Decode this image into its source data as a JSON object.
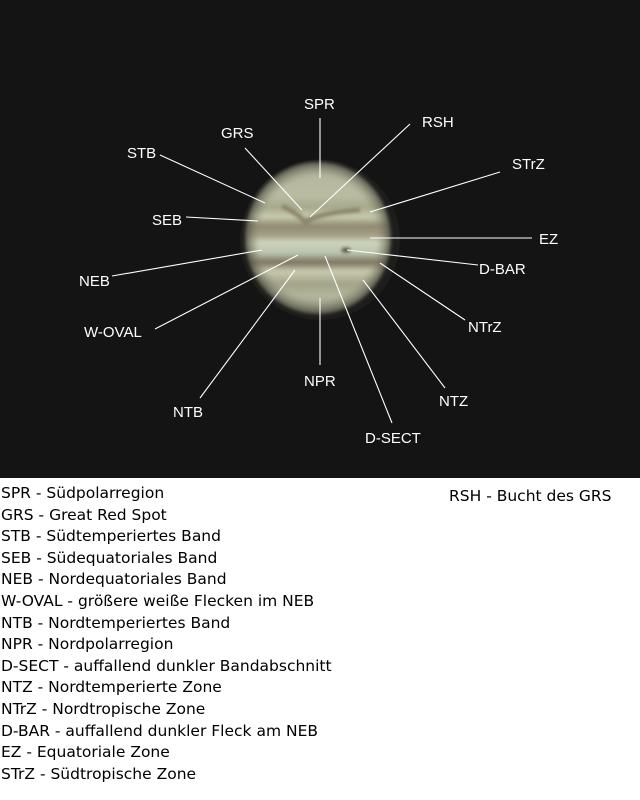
{
  "image": {
    "labels": [
      {
        "id": "spr",
        "text": "SPR"
      },
      {
        "id": "grs",
        "text": "GRS"
      },
      {
        "id": "rsh",
        "text": "RSH"
      },
      {
        "id": "stb",
        "text": "STB"
      },
      {
        "id": "strz",
        "text": "STrZ"
      },
      {
        "id": "seb",
        "text": "SEB"
      },
      {
        "id": "ez",
        "text": "EZ"
      },
      {
        "id": "dbar",
        "text": "D-BAR"
      },
      {
        "id": "neb",
        "text": "NEB"
      },
      {
        "id": "ntrz",
        "text": "NTrZ"
      },
      {
        "id": "woval",
        "text": "W-OVAL"
      },
      {
        "id": "npr",
        "text": "NPR"
      },
      {
        "id": "ntz",
        "text": "NTZ"
      },
      {
        "id": "ntb",
        "text": "NTB"
      },
      {
        "id": "dsect",
        "text": "D-SECT"
      }
    ]
  },
  "legend": {
    "items": [
      "SPR - Südpolarregion",
      "GRS - Great Red Spot",
      "STB - Südtemperiertes Band",
      "SEB - Südequatoriales Band",
      "NEB - Nordequatoriales Band",
      "W-OVAL - größere weiße Flecken im NEB",
      "NTB - Nordtemperiertes Band",
      "NPR - Nordpolarregion",
      "D-SECT - auffallend dunkler Bandabschnitt",
      "NTZ - Nordtemperierte Zone",
      "NTrZ - Nordtropische Zone",
      "D-BAR - auffallend dunkler Fleck am NEB",
      "EZ - Equatoriale Zone",
      "STrZ - Südtropische Zone"
    ],
    "right_item": "RSH - Bucht des GRS"
  }
}
